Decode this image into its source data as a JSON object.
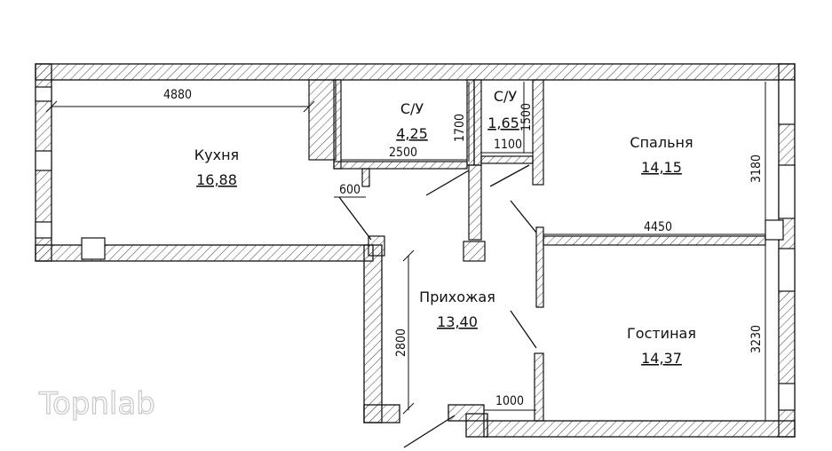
{
  "rooms": {
    "kitchen": {
      "name": "Кухня",
      "area": "16,88"
    },
    "bath1": {
      "name": "С/У",
      "area": "4,25"
    },
    "bath2": {
      "name": "С/У",
      "area": "1,65"
    },
    "bedroom": {
      "name": "Спальня",
      "area": "14,15"
    },
    "hall": {
      "name": "Прихожая",
      "area": "13,40"
    },
    "living": {
      "name": "Гостиная",
      "area": "14,37"
    }
  },
  "dimensions": {
    "kitchen_width": "4880",
    "bath1_height": "1700",
    "bath1_width": "2500",
    "bath2_height": "1500",
    "bath2_width": "1100",
    "door_600": "600",
    "bedroom_height": "3180",
    "bedroom_width": "4450",
    "hall_height": "2800",
    "living_height": "3230",
    "entry_width": "1000"
  },
  "watermark": "Topnlab"
}
